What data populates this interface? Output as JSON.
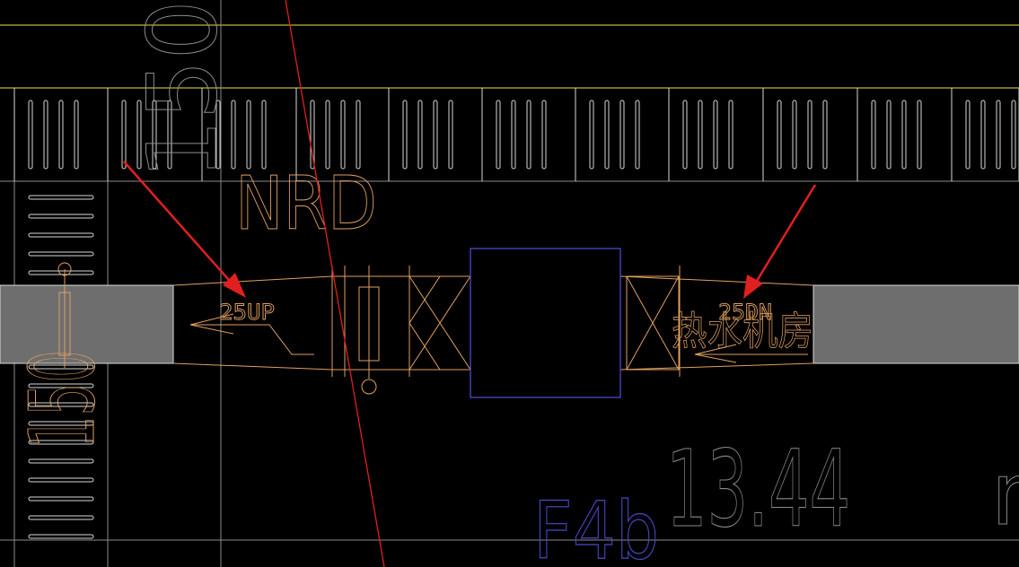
{
  "canvas": {
    "background": "#000000",
    "colors": {
      "yellow_line": "#b8b83a",
      "grey_line": "#8c8c8c",
      "white_line": "#d9d9d9",
      "orange": "#e0a060",
      "blue": "#4a4acc",
      "red": "#e02020",
      "grey_fill": "#6e6e6e"
    }
  },
  "labels": {
    "nrd": "NRD",
    "up_label": "25UP",
    "dn_label": "25DN",
    "room_label": "热水机房",
    "level_label": "F4b",
    "elevation": "13.44",
    "vertical_text": "150",
    "side_text": "150",
    "right_edge_text": "m"
  },
  "annotations": {
    "arrow_left": "red-arrow-icon",
    "arrow_right": "red-arrow-icon"
  }
}
